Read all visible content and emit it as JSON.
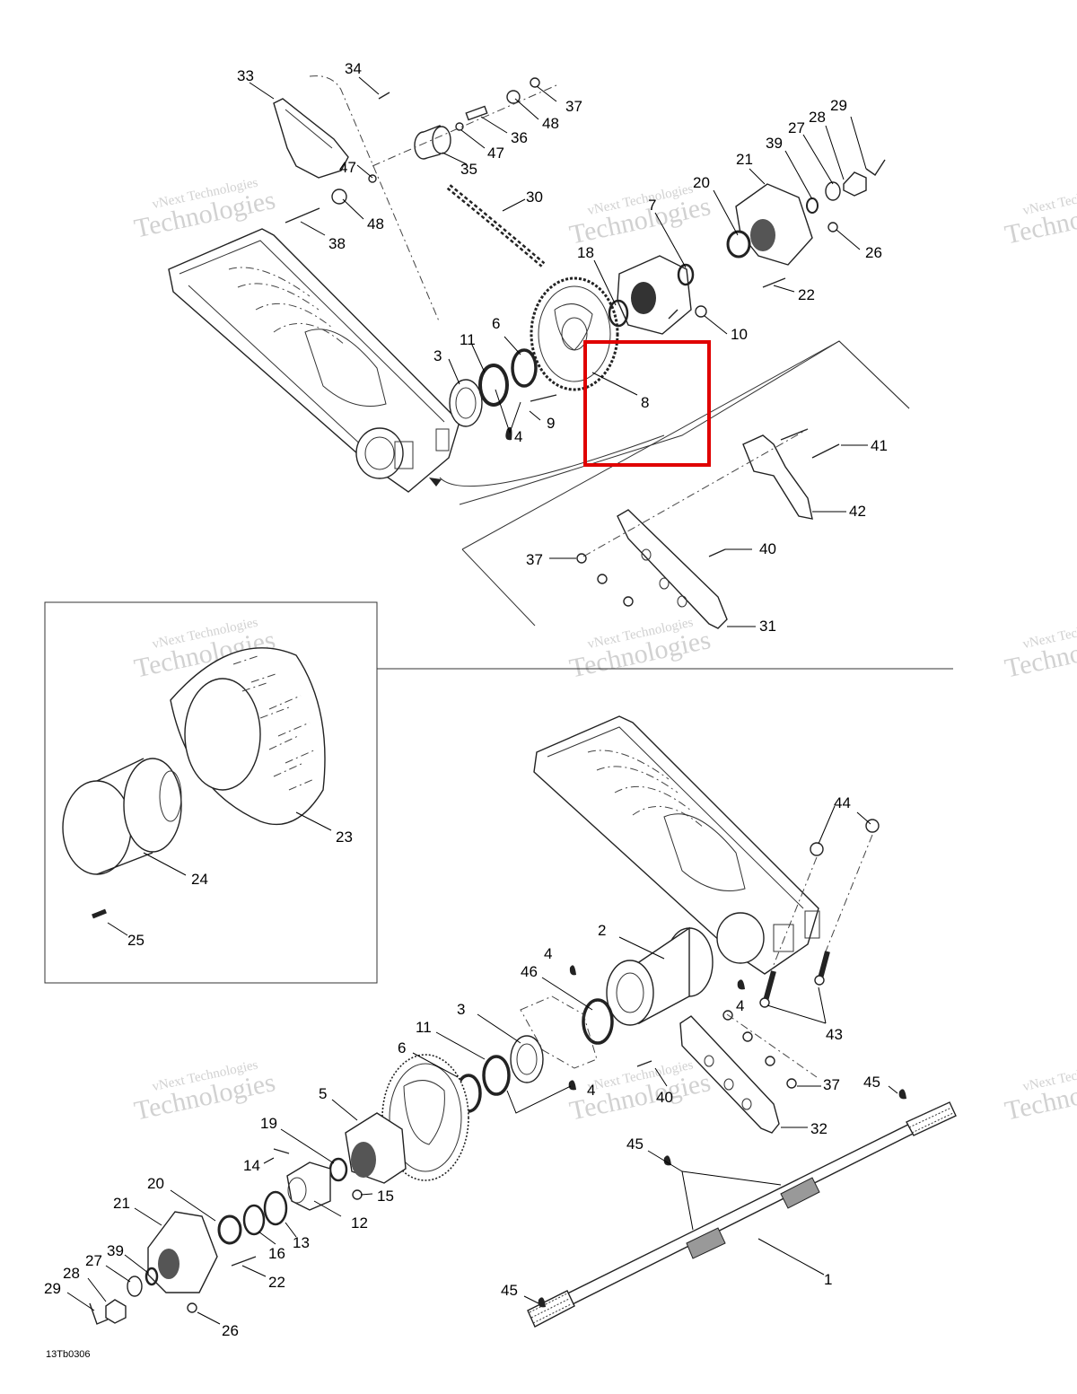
{
  "diagram": {
    "reference_code": "13Tb0306",
    "highlight_color": "#e00000",
    "watermark": {
      "line1": "vNext Technologies",
      "line2": "Technologies",
      "color": "#c9c9c9"
    },
    "callouts": {
      "c1": "1",
      "c2": "2",
      "c3a": "3",
      "c3b": "3",
      "c4a": "4",
      "c4b": "4",
      "c4c": "4",
      "c4d": "4",
      "c5": "5",
      "c6a": "6",
      "c6b": "6",
      "c7": "7",
      "c8": "8",
      "c9": "9",
      "c10": "10",
      "c11a": "11",
      "c11b": "11",
      "c12": "12",
      "c13": "13",
      "c14": "14",
      "c15": "15",
      "c16": "16",
      "c18": "18",
      "c19": "19",
      "c20a": "20",
      "c20b": "20",
      "c21a": "21",
      "c21b": "21",
      "c22a": "22",
      "c22b": "22",
      "c23": "23",
      "c24": "24",
      "c25": "25",
      "c26a": "26",
      "c26b": "26",
      "c27a": "27",
      "c27b": "27",
      "c28a": "28",
      "c28b": "28",
      "c29a": "29",
      "c29b": "29",
      "c30": "30",
      "c31": "31",
      "c32": "32",
      "c33": "33",
      "c34": "34",
      "c35": "35",
      "c36": "36",
      "c37a": "37",
      "c37b": "37",
      "c37c": "37",
      "c38": "38",
      "c39a": "39",
      "c39b": "39",
      "c40a": "40",
      "c40b": "40",
      "c41": "41",
      "c42": "42",
      "c43": "43",
      "c44": "44",
      "c45a": "45",
      "c45b": "45",
      "c45c": "45",
      "c46": "46",
      "c47a": "47",
      "c47b": "47",
      "c48a": "48",
      "c48b": "48"
    }
  }
}
